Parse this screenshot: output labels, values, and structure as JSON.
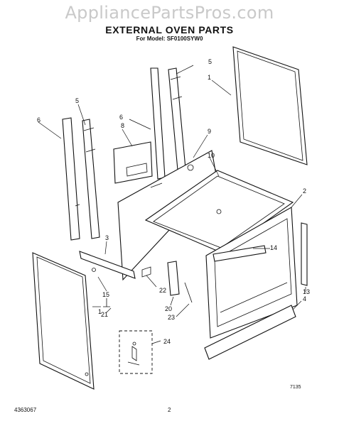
{
  "watermark": "AppliancePartsPros.com",
  "title": "EXTERNAL OVEN PARTS",
  "subtitle": "For Model: SF0100SYW0",
  "figure_code": "7135",
  "footer": {
    "doc_number": "4363067",
    "page_number": "2"
  },
  "callouts": [
    "1",
    "1",
    "2",
    "3",
    "4",
    "5",
    "5",
    "6",
    "6",
    "8",
    "9",
    "10",
    "13",
    "14",
    "15",
    "20",
    "21",
    "22",
    "23",
    "24"
  ]
}
